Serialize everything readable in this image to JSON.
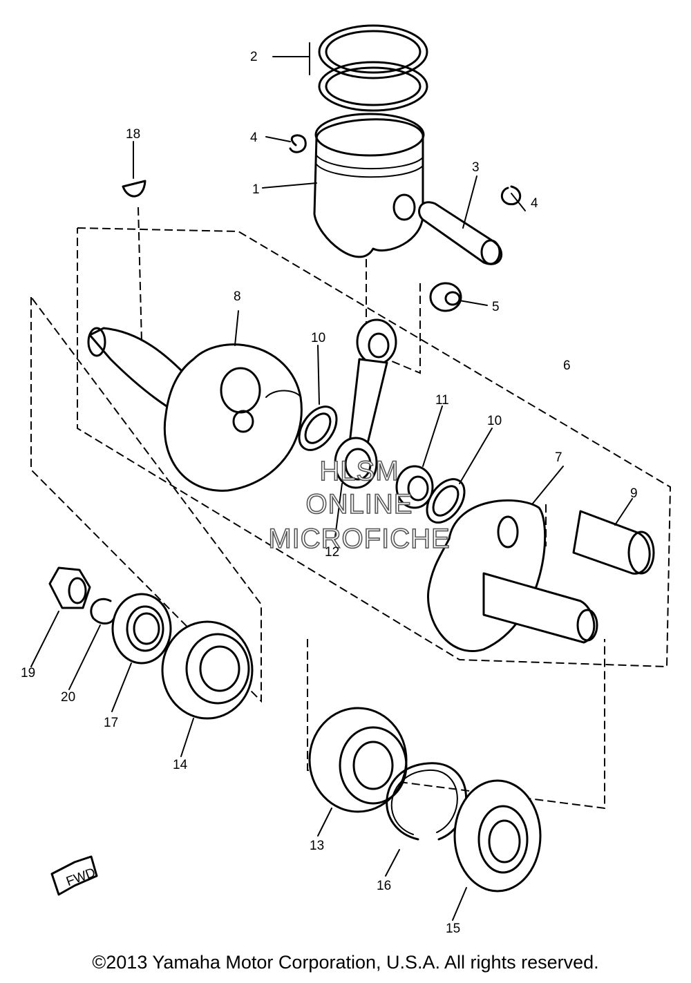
{
  "part_labels": {
    "p1": "1",
    "p2": "2",
    "p3": "3",
    "p4a": "4",
    "p4b": "4",
    "p5": "5",
    "p6": "6",
    "p7": "7",
    "p8": "8",
    "p9": "9",
    "p10a": "10",
    "p10b": "10",
    "p11": "11",
    "p12": "12",
    "p13": "13",
    "p14": "14",
    "p15": "15",
    "p16": "16",
    "p17": "17",
    "p18": "18",
    "p19": "19",
    "p20": "20"
  },
  "watermark": {
    "line1": "HLSM",
    "line2": "ONLINE",
    "line3": "MICROFICHE"
  },
  "fwd_label": "FWD",
  "copyright": "©2013 Yamaha Motor Corporation, U.S.A. All rights reserved."
}
